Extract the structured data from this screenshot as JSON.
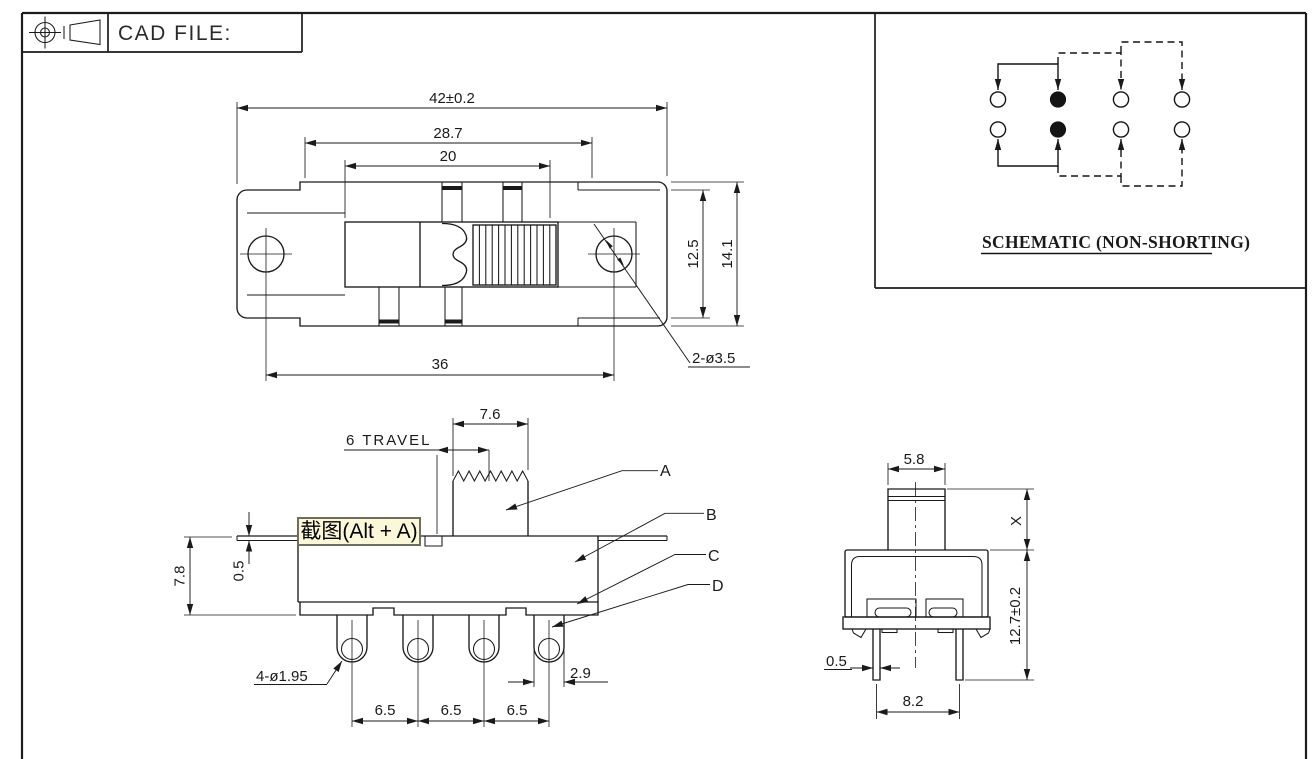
{
  "title_block": {
    "cad_file_label": "CAD FILE:"
  },
  "schematic": {
    "title": "SCHEMATIC (NON-SHORTING)"
  },
  "top_view": {
    "dim_total_width": "42±0.2",
    "dim_body_width": "28.7",
    "dim_slot_width": "20",
    "dim_hole_spacing": "36",
    "dim_body_height": "12.5",
    "dim_total_height": "14.1",
    "label_holes": "2-ø3.5"
  },
  "front_view": {
    "dim_knob_width": "7.6",
    "dim_travel": "6 TRAVEL",
    "dim_height": "7.8",
    "dim_plate_thickness": "0.5",
    "label_pin_holes": "4-ø1.95",
    "dim_pin_pitch": [
      "6.5",
      "6.5",
      "6.5"
    ],
    "dim_pin_width": "2.9",
    "callouts": [
      "A",
      "B",
      "C",
      "D"
    ]
  },
  "side_view": {
    "dim_knob_width": "5.8",
    "dim_knob_height": "X",
    "dim_total_height": "12.7±0.2",
    "dim_pin_thickness": "0.5",
    "dim_pin_spacing": "8.2"
  },
  "overlay": {
    "screenshot_hint": "截图(Alt + A)"
  },
  "colors": {
    "line": "#1a1a1a",
    "tooltip_bg": "#fbf8da",
    "tooltip_border": "#6e6e5e"
  }
}
